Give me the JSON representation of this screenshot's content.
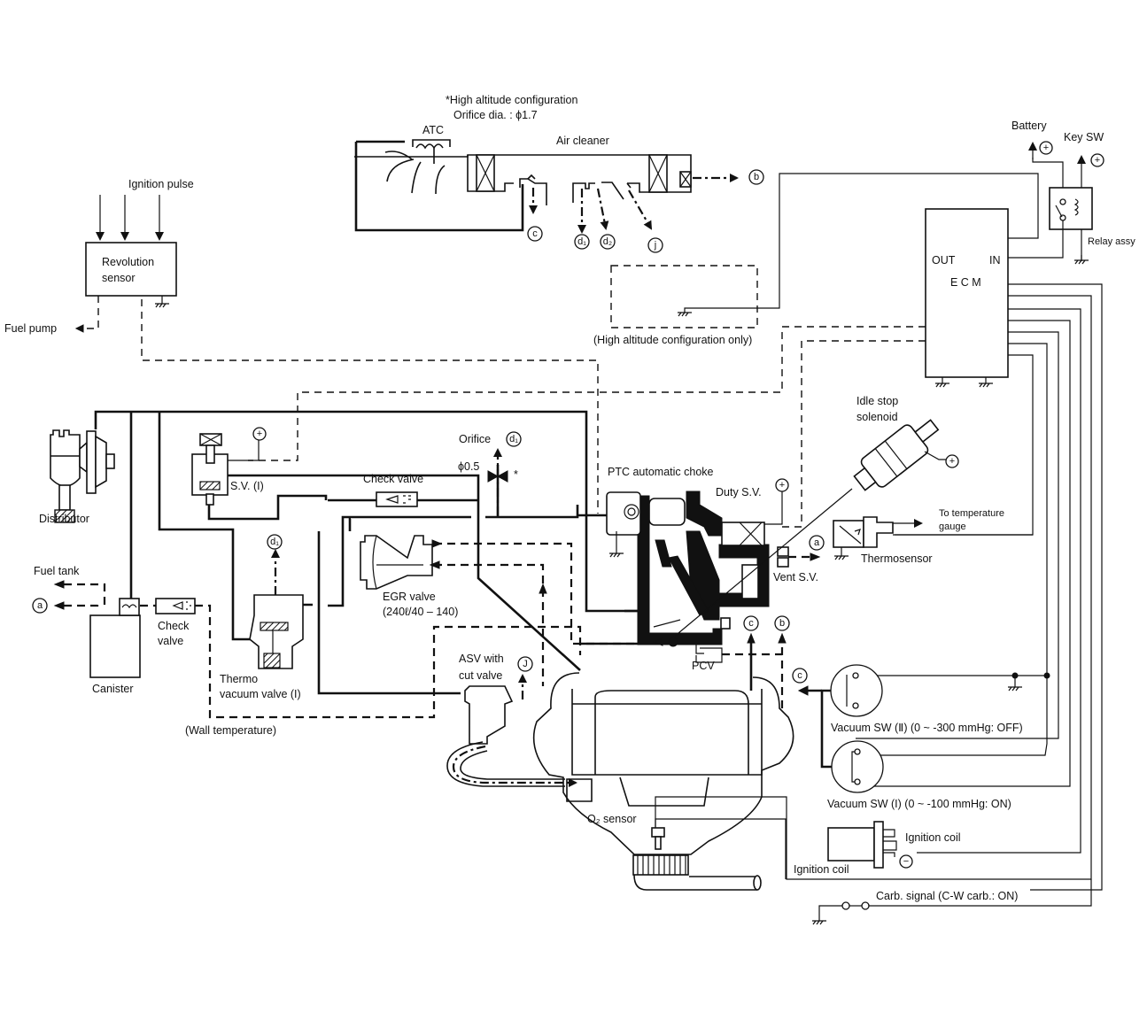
{
  "diagram": {
    "title": "Emission control system vacuum and wiring diagram",
    "notes": {
      "high_altitude_line1": "*High altitude configuration",
      "high_altitude_line2": "Orifice dia. : ϕ1.7",
      "high_altitude_only": "(High altitude configuration only)",
      "wall_temperature": "(Wall temperature)"
    },
    "components": {
      "atc": "ATC",
      "air_cleaner": "Air cleaner",
      "battery": "Battery",
      "key_sw": "Key SW",
      "relay_assy": "Relay assy",
      "ecm_out": "OUT",
      "ecm_in": "IN",
      "ecm": "E C M",
      "ignition_pulse": "Ignition pulse",
      "revolution_sensor_1": "Revolution",
      "revolution_sensor_2": "sensor",
      "fuel_pump": "Fuel pump",
      "distributor": "Distributor",
      "sv1": "S.V. (I)",
      "fuel_tank": "Fuel tank",
      "canister": "Canister",
      "check_valve_1": "Check",
      "check_valve_2": "valve",
      "check_valve_top": "Check valve",
      "thermo_vv_1": "Thermo",
      "thermo_vv_2": "vacuum valve (I)",
      "orifice": "Orifice",
      "orifice_dia": "ϕ0.5",
      "egr_valve_1": "EGR valve",
      "egr_valve_2": "(240ℓ/40 – 140)",
      "ptc_choke": "PTC automatic choke",
      "duty_sv": "Duty S.V.",
      "idle_stop_1": "Idle stop",
      "idle_stop_2": "solenoid",
      "to_temp_1": "To temperature",
      "to_temp_2": "gauge",
      "thermosensor": "Thermosensor",
      "vent_sv": "Vent S.V.",
      "pcv": "PCV",
      "asv_1": "ASV with",
      "asv_2": "cut valve",
      "o2_sensor": "O₂ sensor",
      "vacuum_sw2": "Vacuum SW (Ⅱ) (0 ~ -300 mmHg:  OFF)",
      "vacuum_sw1": "Vacuum SW (I) (0 ~ -100 mmHg:  ON)",
      "ignition_coil_a": "Ignition coil",
      "ignition_coil_b": "Ignition coil",
      "carb_signal": "Carb. signal (C-W carb.:  ON)",
      "asterisk": "*"
    },
    "connectors": {
      "a": "a",
      "b": "b",
      "c": "c",
      "d1": "d₁",
      "d2": "d₂",
      "j": "j",
      "J": "J"
    },
    "symbols": {
      "plus": "+",
      "minus": "−"
    }
  }
}
